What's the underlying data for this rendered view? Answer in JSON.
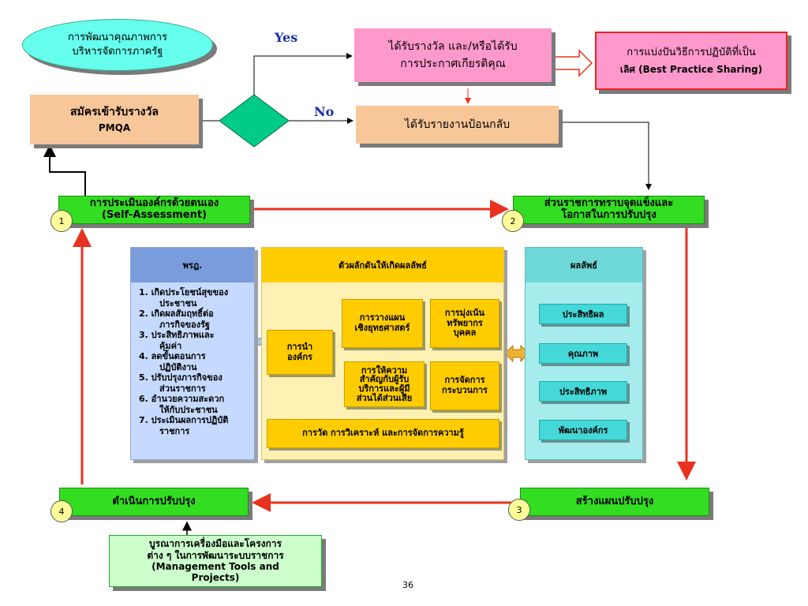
{
  "oval": {
    "line1": "การพัฒนาคุณภาพการ",
    "line2": "บริหารจัดการภาครัฐ",
    "color": "#66ffee"
  },
  "apply": {
    "line1": "สมัครเข้ารับรางวัล",
    "line2": "PMQA",
    "color": "#f7c699"
  },
  "decision": {
    "yes": "Yes",
    "no": "No",
    "color": "#00cc88"
  },
  "award": {
    "line1": "ได้รับรางวัล และ/หรือได้รับ",
    "line2": "การประกาศเกียรติคุณ",
    "color": "#ff99cc"
  },
  "best_practice": {
    "line1": "การแบ่งปันวิธีการปฏิบัติที่เป็น",
    "line2": "เลิศ (Best Practice Sharing)",
    "color": "#ff99cc"
  },
  "feedback": {
    "label": "ได้รับรายงานป้อนกลับ",
    "color": "#f7c699"
  },
  "step1": {
    "num": "1",
    "line1": "การประเมินองค์กรด้วยตนเอง",
    "line2": "(Self-Assessment)"
  },
  "step2": {
    "num": "2",
    "line1": "ส่วนราชการทราบจุดแข็งและ",
    "line2": "โอกาสในการปรับปรุง"
  },
  "step3": {
    "num": "3",
    "label": "สร้างแผนปรับปรุง"
  },
  "step4": {
    "num": "4",
    "label": "ดำเนินการปรับปรุง"
  },
  "tools": {
    "line1": "บูรณาการเครื่องมือและโครงการ",
    "line2": "ต่าง ๆ ในการพัฒนาระบบราชการ",
    "line3": "(Management Tools and",
    "line4": "Projects)",
    "color": "#ccffcc"
  },
  "law": {
    "header": "พรฎ.",
    "items": [
      [
        "1. เกิดประโยชน์สุขของ",
        "ประชาชน"
      ],
      [
        "2. เกิดผลสัมฤทธิ์ต่อ",
        "ภารกิจของรัฐ"
      ],
      [
        "3. ประสิทธิภาพและ",
        "คุ้มค่า"
      ],
      [
        "4. ลดขั้นตอนการ",
        "ปฏิบัติงาน"
      ],
      [
        "5. ปรับปรุงภารกิจของ",
        "ส่วนราชการ"
      ],
      [
        "6. อำนวยความสะดวก",
        "ให้กับประชาชน"
      ],
      [
        "7. ประเมินผลการปฏิบัติ",
        "ราชการ"
      ]
    ]
  },
  "drivers": {
    "header": "ตัวผลักดันให้เกิดผลลัพธ์",
    "leadership": [
      "การนำ",
      "องค์กร"
    ],
    "strategy": [
      "การวางแผน",
      "เชิงยุทธศาสตร์"
    ],
    "customer": [
      "การให้ความ",
      "สำคัญกับผู้รับ",
      "บริการและผู้มี",
      "ส่วนได้ส่วนเสีย"
    ],
    "hr": [
      "การมุ่งเน้น",
      "ทรัพยากร",
      "บุคคล"
    ],
    "process": [
      "การจัดการ",
      "กระบวนการ"
    ],
    "measure": "การวัด การวิเคราะห์ และการจัดการความรู้"
  },
  "results": {
    "header": "ผลลัพธ์",
    "items": [
      "ประสิทธิผล",
      "คุณภาพ",
      "ประสิทธิภาพ",
      "พัฒนาองค์กร"
    ]
  },
  "page_number": "36"
}
